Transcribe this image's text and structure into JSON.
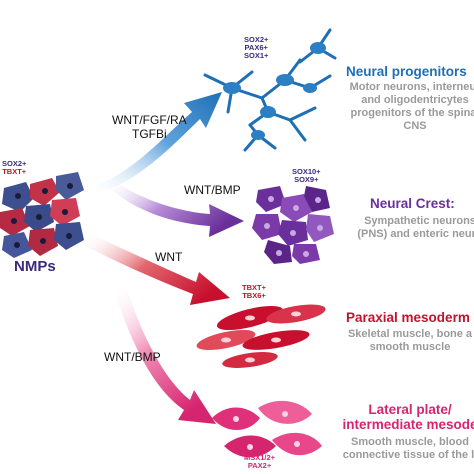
{
  "colors": {
    "neural": "#1f6fb5",
    "crest": "#6a2f9a",
    "paraxial": "#c8102e",
    "lateral": "#d6256f",
    "marker_dark": "#3a2a7a",
    "marker_red": "#c8102e",
    "desc_gray": "#9a9a9a"
  },
  "nmps": {
    "label": "NMPs",
    "markers": [
      "SOX2+",
      "TBXT+"
    ]
  },
  "signals": {
    "neural": [
      "WNT/FGF/RA",
      "TGFBi"
    ],
    "crest": "WNT/BMP",
    "paraxial": "WNT",
    "lateral": "WNT/BMP"
  },
  "neural": {
    "markers": [
      "SOX2+",
      "PAX6+",
      "SOX1+"
    ],
    "title": "Neural progenitors",
    "description": [
      "Motor neurons, interneur",
      "and oligodentricytes",
      "progenitors of the spinal",
      "CNS"
    ]
  },
  "crest": {
    "markers": [
      "SOX10+",
      "SOX9+"
    ],
    "title": "Neural Crest:",
    "description": [
      "Sympathetic neurons",
      "(PNS) and enteric neuro"
    ]
  },
  "paraxial": {
    "markers": [
      "TBXT+",
      "TBX6+"
    ],
    "title": "Paraxial mesoderm",
    "description": [
      "Skeletal muscle, bone a",
      "smooth muscle"
    ]
  },
  "lateral": {
    "markers": [
      "MSX1/2+",
      "PAX2+"
    ],
    "title": [
      "Lateral plate/",
      "intermediate mesode"
    ],
    "description": [
      "Smooth muscle, blood",
      "connective tissue of the li"
    ]
  }
}
